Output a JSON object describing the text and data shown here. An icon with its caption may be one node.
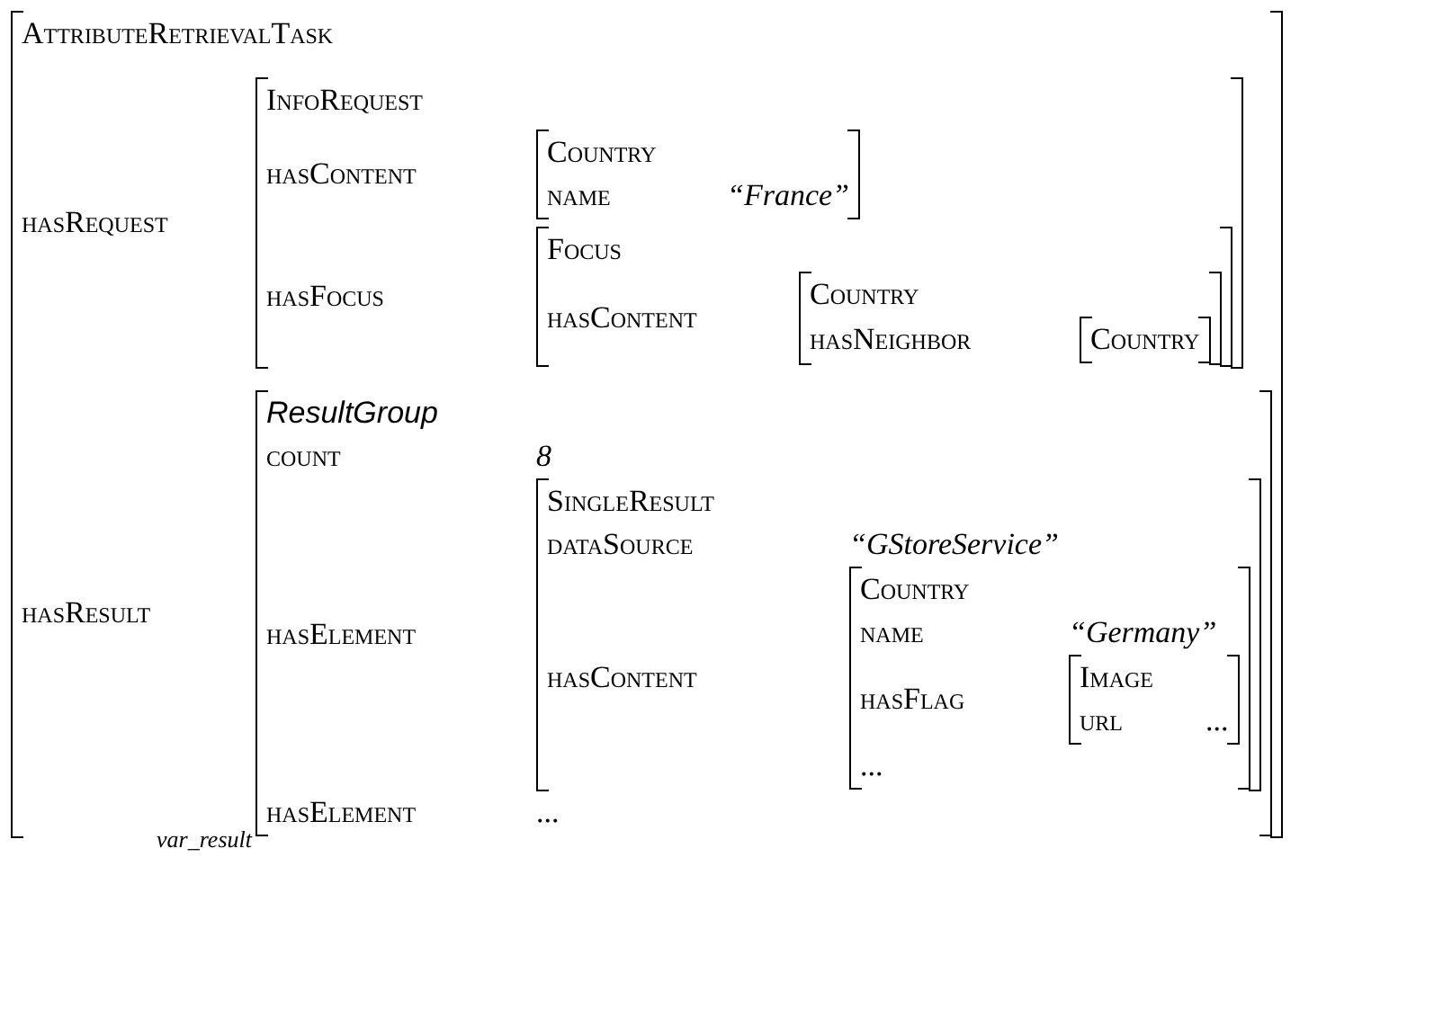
{
  "diagram": {
    "nodes": [
      {
        "text": [
          "AttributeRetrievalTask",
          "hasRequest",
          "hasResult"
        ]
      },
      {
        "text": [
          "InfoRequest",
          "hasContent",
          "hasFocus"
        ],
        "in": 0
      },
      {
        "text": [
          "Country",
          "name",
          "“France”"
        ],
        "in": 1
      },
      {
        "text": [
          "Focus",
          "hasContent"
        ],
        "in": 1
      },
      {
        "text": [
          "Country",
          "hasNeighbor"
        ],
        "in": 3
      },
      {
        "text": [
          "Country"
        ],
        "in": 4
      },
      {
        "text": [
          "ResultGroup",
          "count",
          "8",
          "hasElement",
          "hasElement",
          "..."
        ],
        "in": 0,
        "beside": [
          "var_result"
        ]
      },
      {
        "text": [
          "SingleResult",
          "dataSource",
          "“GStoreService”",
          "hasContent"
        ],
        "in": 6
      },
      {
        "text": [
          "Country",
          "name",
          "“Germany”",
          "hasFlag",
          "..."
        ],
        "in": 7
      },
      {
        "text": [
          "Image",
          "url",
          "..."
        ],
        "in": 8
      }
    ]
  }
}
